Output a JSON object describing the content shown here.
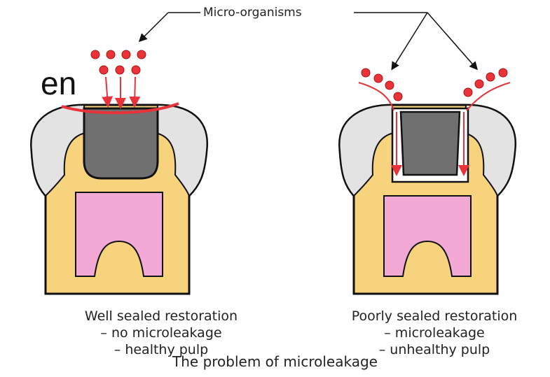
{
  "slide_fragment": "en",
  "label_micro_organisms": "Micro-organisms",
  "left_caption": {
    "line1": "Well sealed restoration",
    "line2": "– no microleakage",
    "line3": "– healthy pulp"
  },
  "right_caption": {
    "line1": "Poorly sealed restoration",
    "line2": "– microleakage",
    "line3": "– unhealthy pulp"
  },
  "figure_title": "The problem of microleakage",
  "colors": {
    "enamel": "#e3e3e3",
    "dentin": "#f6d37c",
    "pulp": "#f2a9d6",
    "filling": "#707070",
    "bacteria": "#e8333a",
    "outline": "#111111"
  }
}
